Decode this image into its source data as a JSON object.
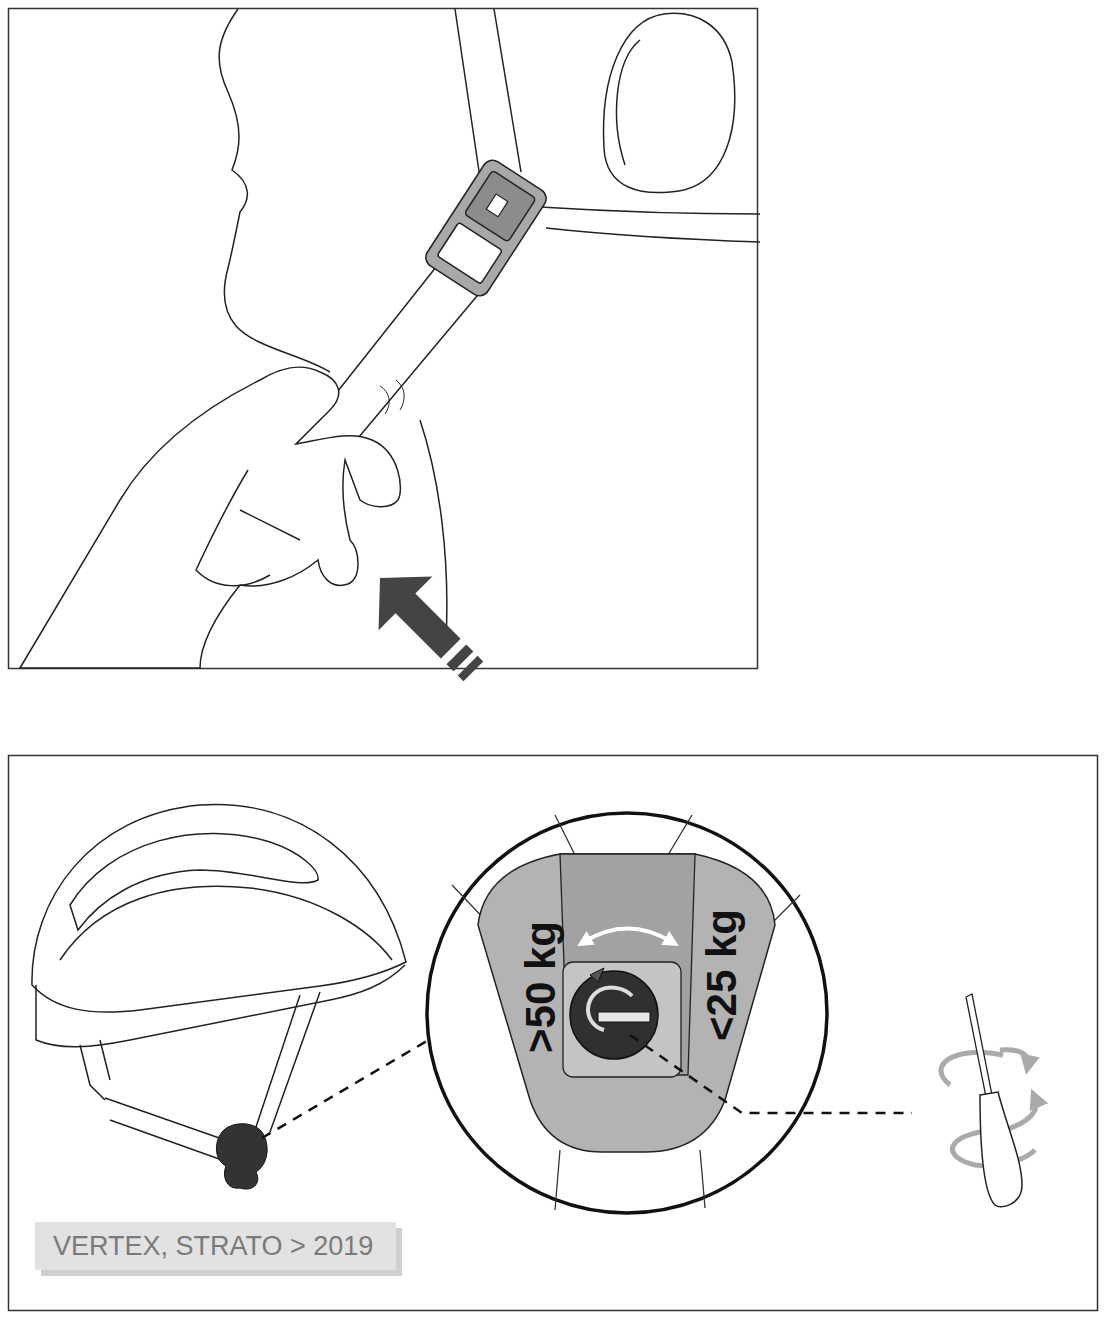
{
  "diagram": {
    "nodes": [
      {
        "text": [
          "VERTEX, STRATO > 2019"
        ]
      }
    ],
    "labels": [
      ">50 kg",
      "<25 kg"
    ]
  }
}
